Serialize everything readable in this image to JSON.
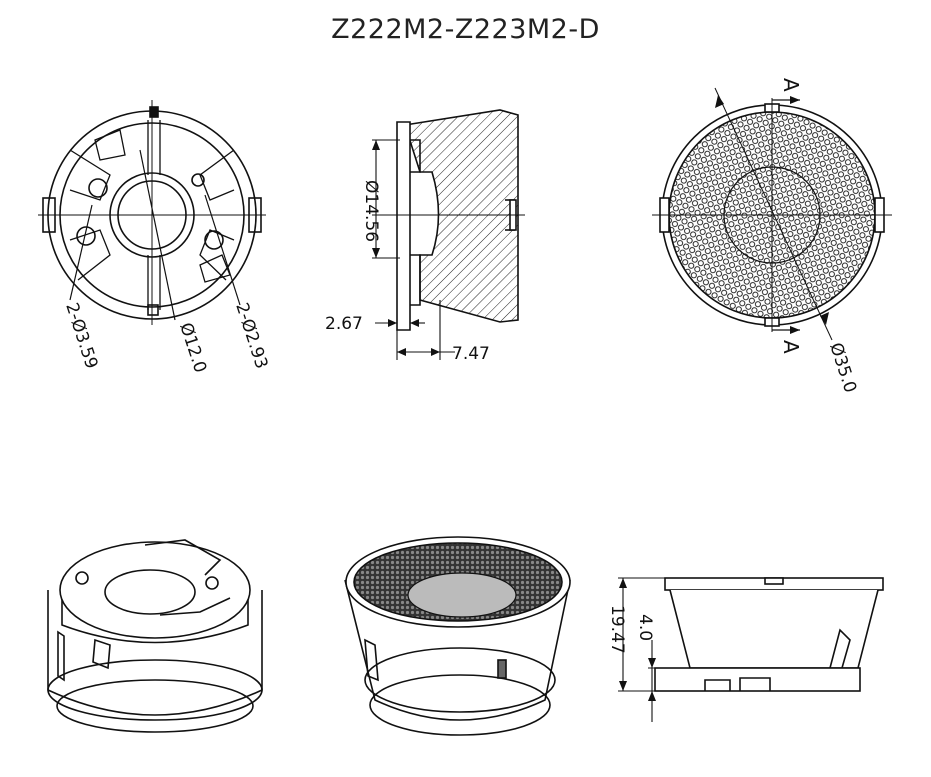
{
  "drawing": {
    "title": "Z222M2-Z223M2-D"
  },
  "top_view": {
    "dim_holes_small": "2-Ø3.59",
    "dim_center": "Ø12.0",
    "dim_holes_large": "2-Ø2.93"
  },
  "section_view": {
    "dim_inner": "Ø14.56",
    "dim_flange": "2.67",
    "dim_depth": "7.47"
  },
  "lens_face_view": {
    "section_mark_top": "A",
    "section_mark_bottom": "A",
    "dim_outer": "Ø35.0"
  },
  "side_view": {
    "dim_base": "4.0",
    "dim_height": "19.47"
  },
  "colors": {
    "line": "#111111",
    "background": "#ffffff"
  }
}
